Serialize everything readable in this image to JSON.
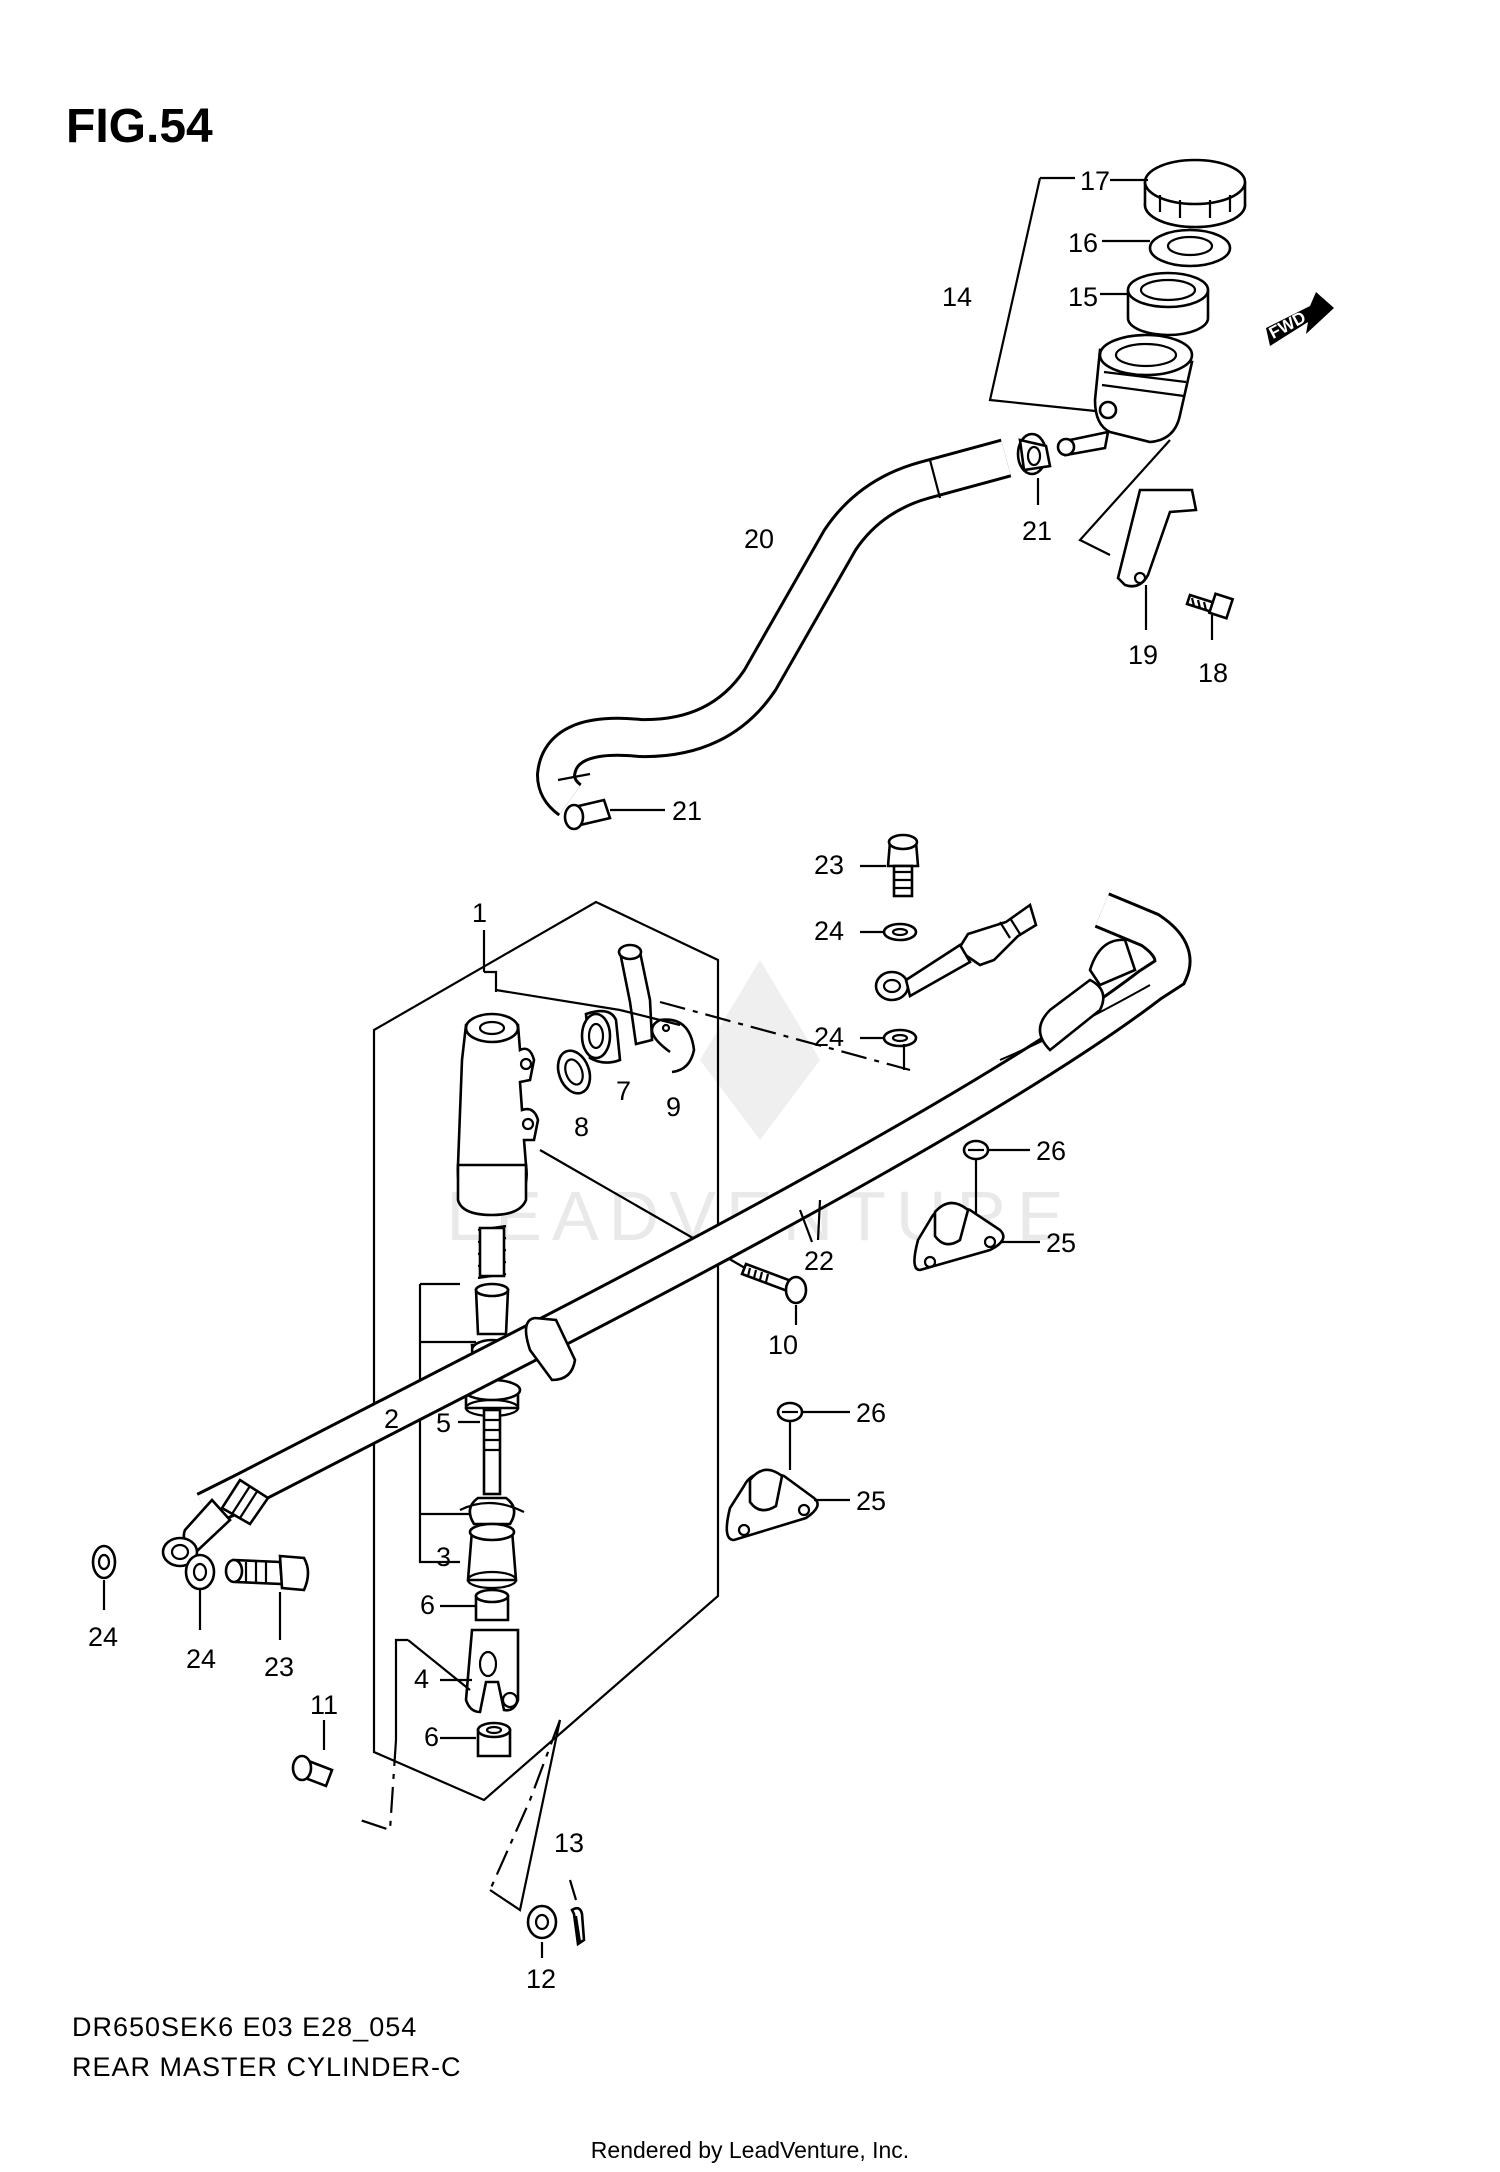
{
  "figure": {
    "number": "FIG.54",
    "model_code": "DR650SEK6 E03 E28_054",
    "title": "REAR MASTER CYLINDER-C"
  },
  "direction_badge": "FWD",
  "watermark": "LEADVENTURE",
  "credit": "Rendered by LeadVenture, Inc.",
  "callouts": {
    "c1": "1",
    "c2": "2",
    "c3": "3",
    "c4": "4",
    "c5": "5",
    "c6a": "6",
    "c6b": "6",
    "c7": "7",
    "c8": "8",
    "c9": "9",
    "c10": "10",
    "c11": "11",
    "c12": "12",
    "c13": "13",
    "c14": "14",
    "c15": "15",
    "c16": "16",
    "c17": "17",
    "c18": "18",
    "c19": "19",
    "c20": "20",
    "c21a": "21",
    "c21b": "21",
    "c22": "22",
    "c23a": "23",
    "c23b": "23",
    "c24a": "24",
    "c24b": "24",
    "c24c": "24",
    "c24d": "24",
    "c25a": "25",
    "c25b": "25",
    "c26a": "26",
    "c26b": "26"
  }
}
